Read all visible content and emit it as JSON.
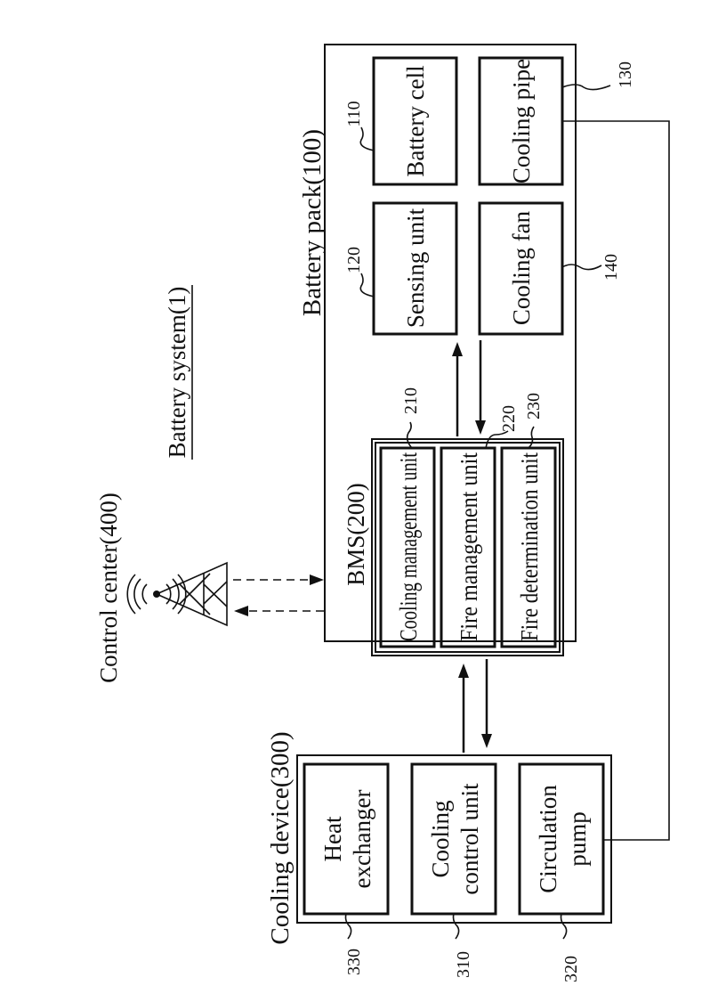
{
  "title": "Battery system(1)",
  "control_center": {
    "label": "Control center(400)"
  },
  "battery_pack": {
    "label": "Battery pack(100)",
    "battery_cell": {
      "label": "Battery cell",
      "ref": "110"
    },
    "sensing_unit": {
      "label": "Sensing unit",
      "ref": "120"
    },
    "cooling_pipe": {
      "label": "Cooling pipe",
      "ref": "130"
    },
    "cooling_fan": {
      "label": "Cooling fan",
      "ref": "140"
    }
  },
  "bms": {
    "label": "BMS(200)",
    "cooling_management_unit": {
      "label": "Cooling management unit",
      "ref": "210"
    },
    "fire_management_unit": {
      "label": "Fire management unit",
      "ref": "220"
    },
    "fire_determination_unit": {
      "label": "Fire determination unit",
      "ref": "230"
    }
  },
  "cooling_device": {
    "label": "Cooling device(300)",
    "heat_exchanger": {
      "line1": "Heat",
      "line2": "exchanger",
      "ref": "330"
    },
    "cooling_control_unit": {
      "line1": "Cooling",
      "line2": "control unit",
      "ref": "310"
    },
    "circulation_pump": {
      "line1": "Circulation",
      "line2": "pump",
      "ref": "320"
    }
  }
}
